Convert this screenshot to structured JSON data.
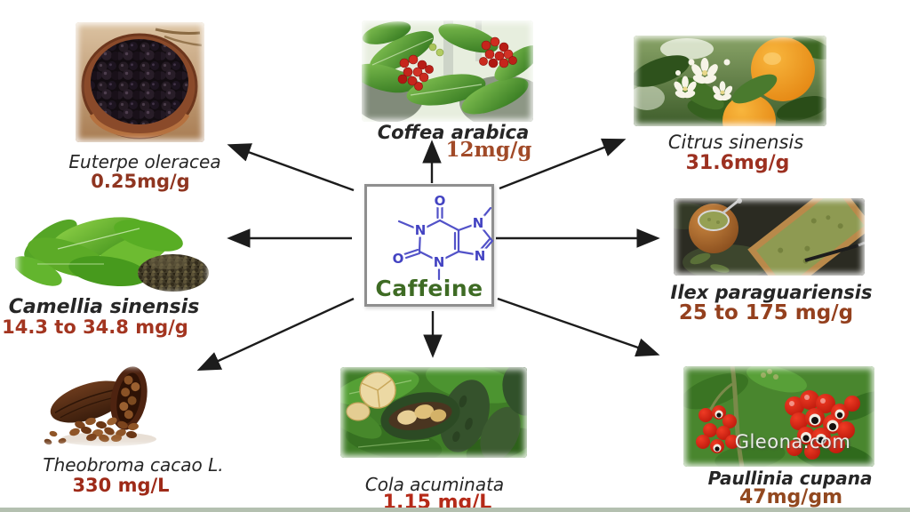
{
  "center": {
    "label": "Caffeine",
    "atoms": {
      "n1": "N",
      "n3": "N",
      "n7": "N",
      "n9": "N",
      "o2": "O",
      "o6": "O"
    }
  },
  "sources": [
    {
      "name": "Euterpe oleracea",
      "amount": "0.25mg/g"
    },
    {
      "name": "Coffea arabica",
      "amount": "12mg/g"
    },
    {
      "name": "Citrus sinensis",
      "amount": "31.6mg/g"
    },
    {
      "name": "Camellia sinensis",
      "amount": "14.3 to 34.8 mg/g"
    },
    {
      "name": "Ilex paraguariensis",
      "amount": "25 to 175 mg/g"
    },
    {
      "name": "Theobroma cacao L.",
      "amount": "330 mg/L"
    },
    {
      "name": "Cola acuminata",
      "amount": "1.15 mg/L"
    },
    {
      "name": "Paullinia cupana",
      "amount": "47mg/gm"
    }
  ],
  "watermark": "Gleona.com",
  "colors": {
    "molecule": "#4c4cc8",
    "caffeine_label": "#3e6b24",
    "species_text": "#262626",
    "amount_text": "#993a1e",
    "arrow": "#1c1c1c",
    "box_border": "#8f8f8f"
  }
}
